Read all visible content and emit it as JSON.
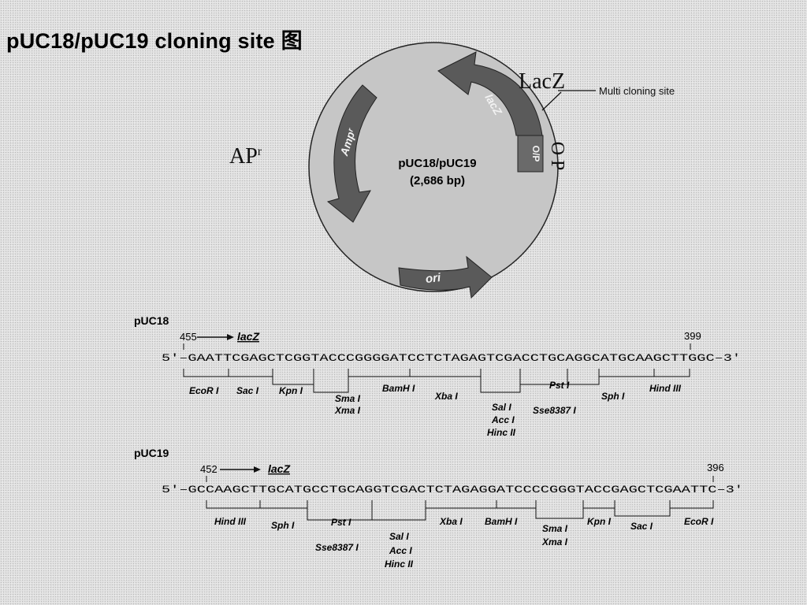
{
  "title": "pUC18/pUC19 cloning site 图",
  "plasmid": {
    "name": "pUC18/pUC19",
    "size": "(2,686 bp)",
    "gene_labels": {
      "lacz_arrow": "lacZ",
      "op_box": "O/P",
      "amp_arrow": "Ampʳ",
      "ori_arrow": "ori"
    },
    "handwritten": {
      "lacz": "LacZ",
      "apr_main": "AP",
      "apr_sup": "r",
      "op": "O P"
    },
    "mcs_label": "Multi cloning site"
  },
  "puc18": {
    "label": "pUC18",
    "start": "455",
    "gene": "lacZ",
    "end": "399",
    "sequence": "5′–GAATTCGAGCTCGGTACCCGGGGATCCTCTAGAGTCGACCTGCAGGCATGCAAGCTTGGC–3′",
    "sites": [
      "EcoR I",
      "Sac I",
      "Kpn I",
      "Sma I",
      "Xma I",
      "BamH I",
      "Xba I",
      "Sal I",
      "Acc I",
      "Hinc II",
      "Pst I",
      "Sse8387 I",
      "Sph I",
      "Hind III"
    ]
  },
  "puc19": {
    "label": "pUC19",
    "start": "452",
    "gene": "lacZ",
    "end": "396",
    "sequence": "5′–GCCAAGCTTGCATGCCTGCAGGTCGACTCTAGAGGATCCCCGGGTACCGAGCTCGAATTC–3′",
    "sites": [
      "Hind III",
      "Sph I",
      "Pst I",
      "Sse8387 I",
      "Sal I",
      "Acc I",
      "Hinc II",
      "Xba I",
      "BamH I",
      "Sma I",
      "Xma I",
      "Kpn I",
      "Sac I",
      "EcoR I"
    ]
  }
}
